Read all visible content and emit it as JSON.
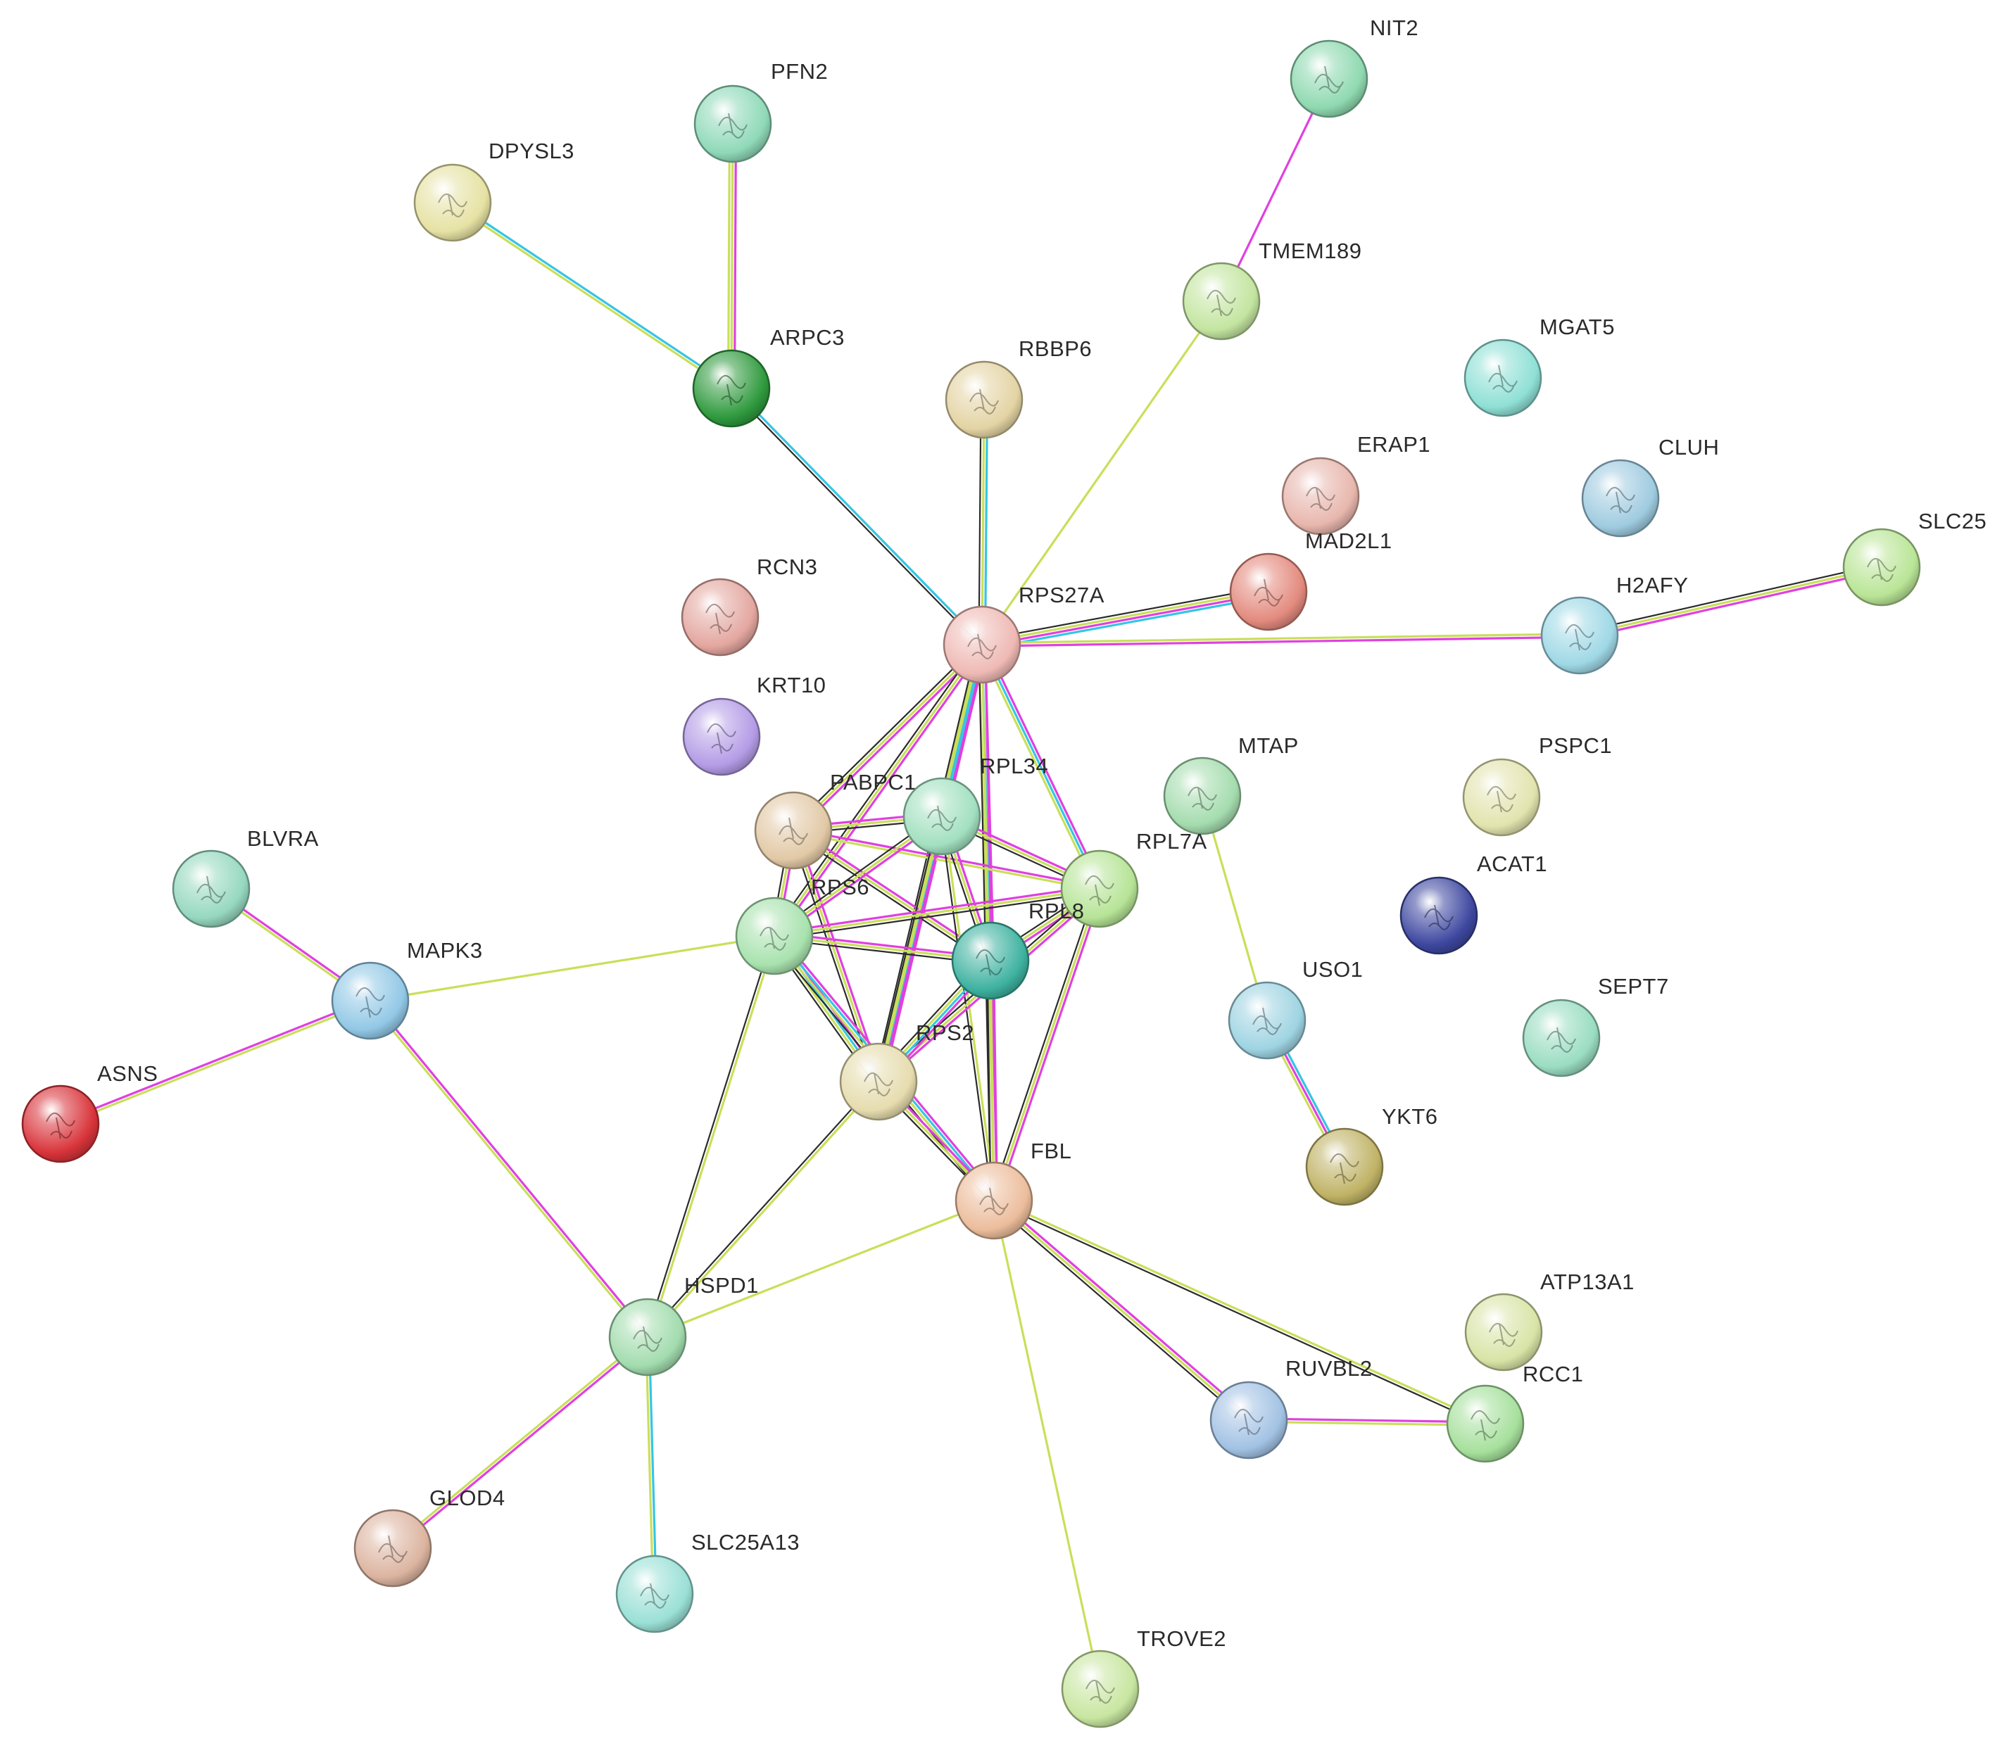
{
  "network": {
    "colors": {
      "experimental": "#e040e0",
      "database": "#36c5e4",
      "textmining": "#c9df5a",
      "coexpression": "#2b2b2b"
    },
    "nodes": [
      {
        "id": "NIT2",
        "label": "NIT2",
        "color": "#8fd9b0"
      },
      {
        "id": "PFN2",
        "label": "PFN2",
        "color": "#8fd9b8"
      },
      {
        "id": "DPYSL3",
        "label": "DPYSL3",
        "color": "#e6e2a4"
      },
      {
        "id": "TMEM189",
        "label": "TMEM189",
        "color": "#c3e5a0"
      },
      {
        "id": "ARPC3",
        "label": "ARPC3",
        "color": "#2f9a3e"
      },
      {
        "id": "MGAT5",
        "label": "MGAT5",
        "color": "#8fe0d6"
      },
      {
        "id": "RBBP6",
        "label": "RBBP6",
        "color": "#e4d4a4"
      },
      {
        "id": "ERAP1",
        "label": "ERAP1",
        "color": "#e8b7ad"
      },
      {
        "id": "CLUH",
        "label": "CLUH",
        "color": "#9fcbe0"
      },
      {
        "id": "RCN3",
        "label": "RCN3",
        "color": "#e4a7a0"
      },
      {
        "id": "MAD2L1",
        "label": "MAD2L1",
        "color": "#e38a7e"
      },
      {
        "id": "RPS27A",
        "label": "RPS27A",
        "color": "#efb9b4"
      },
      {
        "id": "SLC25",
        "label": "SLC25",
        "color": "#b9e596"
      },
      {
        "id": "H2AFY",
        "label": "H2AFY",
        "color": "#9fd8e6"
      },
      {
        "id": "KRT10",
        "label": "KRT10",
        "color": "#b49ce6"
      },
      {
        "id": "PABPC1",
        "label": "PABPC1",
        "color": "#e2c9a6"
      },
      {
        "id": "RPL34",
        "label": "RPL34",
        "color": "#a2e0c0"
      },
      {
        "id": "MTAP",
        "label": "MTAP",
        "color": "#a4dcae"
      },
      {
        "id": "PSPC1",
        "label": "PSPC1",
        "color": "#e2e4ae"
      },
      {
        "id": "RPL7A",
        "label": "RPL7A",
        "color": "#b6e496"
      },
      {
        "id": "BLVRA",
        "label": "BLVRA",
        "color": "#96d8c0"
      },
      {
        "id": "ACAT1",
        "label": "ACAT1",
        "color": "#3e48a0"
      },
      {
        "id": "RPS6",
        "label": "RPS6",
        "color": "#a8e2ae"
      },
      {
        "id": "RPL8",
        "label": "RPL8",
        "color": "#3eb2a0"
      },
      {
        "id": "MAPK3",
        "label": "MAPK3",
        "color": "#92c8e6"
      },
      {
        "id": "USO1",
        "label": "USO1",
        "color": "#9ed4e2"
      },
      {
        "id": "SEPT7",
        "label": "SEPT7",
        "color": "#9addc2"
      },
      {
        "id": "RPS2",
        "label": "RPS2",
        "color": "#e6dcae"
      },
      {
        "id": "ASNS",
        "label": "ASNS",
        "color": "#d8343a"
      },
      {
        "id": "YKT6",
        "label": "YKT6",
        "color": "#c0b366"
      },
      {
        "id": "FBL",
        "label": "FBL",
        "color": "#ecbd9c"
      },
      {
        "id": "HSPD1",
        "label": "HSPD1",
        "color": "#a2dcae"
      },
      {
        "id": "ATP13A1",
        "label": "ATP13A1",
        "color": "#d8e4a6"
      },
      {
        "id": "RUVBL2",
        "label": "RUVBL2",
        "color": "#a2c2e4"
      },
      {
        "id": "RCC1",
        "label": "RCC1",
        "color": "#a6e09c"
      },
      {
        "id": "GLOD4",
        "label": "GLOD4",
        "color": "#dcb4a0"
      },
      {
        "id": "SLC25A13",
        "label": "SLC25A13",
        "color": "#9ae0d6"
      },
      {
        "id": "TROVE2",
        "label": "TROVE2",
        "color": "#c8e6a0"
      }
    ],
    "edges": [
      {
        "source": "NIT2",
        "target": "TMEM189",
        "types": [
          "experimental"
        ]
      },
      {
        "source": "TMEM189",
        "target": "RPS27A",
        "types": [
          "textmining"
        ]
      },
      {
        "source": "PFN2",
        "target": "ARPC3",
        "types": [
          "experimental",
          "textmining",
          "textmining"
        ]
      },
      {
        "source": "DPYSL3",
        "target": "ARPC3",
        "types": [
          "database",
          "textmining"
        ]
      },
      {
        "source": "ARPC3",
        "target": "RPS27A",
        "types": [
          "database",
          "coexpression"
        ]
      },
      {
        "source": "RBBP6",
        "target": "RPS27A",
        "types": [
          "database",
          "textmining",
          "coexpression"
        ]
      },
      {
        "source": "MAD2L1",
        "target": "RPS27A",
        "types": [
          "database",
          "experimental",
          "textmining",
          "coexpression"
        ]
      },
      {
        "source": "H2AFY",
        "target": "RPS27A",
        "types": [
          "experimental",
          "textmining"
        ]
      },
      {
        "source": "SLC25",
        "target": "H2AFY",
        "types": [
          "experimental",
          "textmining",
          "coexpression"
        ]
      },
      {
        "source": "RPS27A",
        "target": "PABPC1",
        "types": [
          "experimental",
          "textmining",
          "coexpression"
        ]
      },
      {
        "source": "RPS27A",
        "target": "RPL34",
        "types": [
          "experimental",
          "database",
          "textmining"
        ]
      },
      {
        "source": "RPS27A",
        "target": "RPS6",
        "types": [
          "experimental",
          "textmining",
          "coexpression"
        ]
      },
      {
        "source": "RPS27A",
        "target": "RPL7A",
        "types": [
          "experimental",
          "database",
          "textmining"
        ]
      },
      {
        "source": "RPS27A",
        "target": "RPL8",
        "types": [
          "experimental",
          "database",
          "textmining"
        ]
      },
      {
        "source": "RPS27A",
        "target": "RPS2",
        "types": [
          "experimental",
          "database",
          "textmining",
          "coexpression"
        ]
      },
      {
        "source": "RPS27A",
        "target": "FBL",
        "types": [
          "experimental",
          "textmining",
          "coexpression"
        ]
      },
      {
        "source": "PABPC1",
        "target": "RPL34",
        "types": [
          "experimental",
          "textmining",
          "coexpression"
        ]
      },
      {
        "source": "PABPC1",
        "target": "RPS6",
        "types": [
          "experimental",
          "textmining",
          "coexpression"
        ]
      },
      {
        "source": "PABPC1",
        "target": "RPL7A",
        "types": [
          "experimental",
          "textmining"
        ]
      },
      {
        "source": "PABPC1",
        "target": "RPL8",
        "types": [
          "experimental",
          "textmining",
          "coexpression"
        ]
      },
      {
        "source": "PABPC1",
        "target": "RPS2",
        "types": [
          "experimental",
          "textmining",
          "coexpression"
        ]
      },
      {
        "source": "RPL34",
        "target": "RPS6",
        "types": [
          "experimental",
          "textmining",
          "coexpression"
        ]
      },
      {
        "source": "RPL34",
        "target": "RPL7A",
        "types": [
          "experimental",
          "textmining",
          "coexpression"
        ]
      },
      {
        "source": "RPL34",
        "target": "RPL8",
        "types": [
          "experimental",
          "textmining",
          "coexpression"
        ]
      },
      {
        "source": "RPL34",
        "target": "RPS2",
        "types": [
          "experimental",
          "textmining",
          "coexpression"
        ]
      },
      {
        "source": "RPL34",
        "target": "FBL",
        "types": [
          "textmining",
          "coexpression"
        ]
      },
      {
        "source": "RPS6",
        "target": "RPL7A",
        "types": [
          "experimental",
          "textmining",
          "coexpression"
        ]
      },
      {
        "source": "RPS6",
        "target": "RPL8",
        "types": [
          "experimental",
          "textmining",
          "coexpression"
        ]
      },
      {
        "source": "RPS6",
        "target": "RPS2",
        "types": [
          "experimental",
          "database",
          "textmining",
          "coexpression"
        ]
      },
      {
        "source": "RPS6",
        "target": "FBL",
        "types": [
          "experimental",
          "database",
          "textmining",
          "coexpression"
        ]
      },
      {
        "source": "RPS6",
        "target": "MAPK3",
        "types": [
          "textmining"
        ]
      },
      {
        "source": "RPS6",
        "target": "HSPD1",
        "types": [
          "textmining",
          "coexpression"
        ]
      },
      {
        "source": "RPL7A",
        "target": "RPL8",
        "types": [
          "experimental",
          "textmining",
          "coexpression"
        ]
      },
      {
        "source": "RPL7A",
        "target": "RPS2",
        "types": [
          "experimental",
          "textmining",
          "coexpression"
        ]
      },
      {
        "source": "RPL7A",
        "target": "FBL",
        "types": [
          "experimental",
          "textmining",
          "coexpression"
        ]
      },
      {
        "source": "RPL8",
        "target": "RPS2",
        "types": [
          "experimental",
          "database",
          "textmining",
          "coexpression"
        ]
      },
      {
        "source": "RPL8",
        "target": "FBL",
        "types": [
          "experimental",
          "textmining",
          "coexpression"
        ]
      },
      {
        "source": "RPS2",
        "target": "FBL",
        "types": [
          "experimental",
          "textmining",
          "coexpression"
        ]
      },
      {
        "source": "RPS2",
        "target": "HSPD1",
        "types": [
          "textmining",
          "coexpression"
        ]
      },
      {
        "source": "FBL",
        "target": "HSPD1",
        "types": [
          "textmining"
        ]
      },
      {
        "source": "FBL",
        "target": "TROVE2",
        "types": [
          "textmining"
        ]
      },
      {
        "source": "FBL",
        "target": "RUVBL2",
        "types": [
          "experimental",
          "textmining",
          "coexpression"
        ]
      },
      {
        "source": "FBL",
        "target": "RCC1",
        "types": [
          "textmining",
          "coexpression"
        ]
      },
      {
        "source": "RUVBL2",
        "target": "RCC1",
        "types": [
          "experimental",
          "textmining"
        ]
      },
      {
        "source": "BLVRA",
        "target": "MAPK3",
        "types": [
          "experimental",
          "textmining"
        ]
      },
      {
        "source": "ASNS",
        "target": "MAPK3",
        "types": [
          "experimental",
          "textmining"
        ]
      },
      {
        "source": "MAPK3",
        "target": "HSPD1",
        "types": [
          "experimental",
          "textmining"
        ]
      },
      {
        "source": "HSPD1",
        "target": "GLOD4",
        "types": [
          "experimental",
          "textmining"
        ]
      },
      {
        "source": "HSPD1",
        "target": "SLC25A13",
        "types": [
          "database",
          "textmining"
        ]
      },
      {
        "source": "MTAP",
        "target": "USO1",
        "types": [
          "textmining"
        ]
      },
      {
        "source": "USO1",
        "target": "YKT6",
        "types": [
          "database",
          "experimental",
          "textmining"
        ]
      }
    ]
  }
}
